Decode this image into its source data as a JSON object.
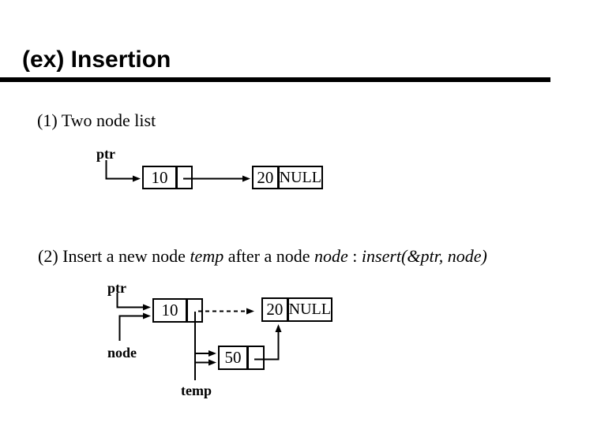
{
  "colors": {
    "ink": "#000000",
    "background": "#ffffff"
  },
  "title": "(ex) Insertion",
  "section1": {
    "heading": "(1) Two node list",
    "ptr_label": "ptr",
    "node1": {
      "data": "10",
      "link": ""
    },
    "node2": {
      "data": "20",
      "link": "NULL"
    }
  },
  "section2": {
    "heading_parts": {
      "p0": "(2) Insert a new node ",
      "p1": "temp",
      "p2": " after a node ",
      "p3": "node",
      "p4": " : ",
      "p5": "insert(&ptr, node)"
    },
    "ptr_label": "ptr",
    "node_label": "node",
    "temp_label": "temp",
    "node10": {
      "data": "10",
      "link": ""
    },
    "node20": {
      "data": "20",
      "link": "NULL"
    },
    "node50": {
      "data": "50",
      "link": ""
    }
  }
}
